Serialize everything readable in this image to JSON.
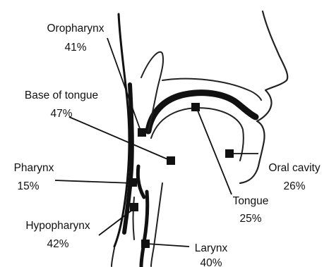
{
  "labels": {
    "oropharynx": {
      "name": "Oropharynx",
      "percent": "41%"
    },
    "base_of_tongue": {
      "name": "Base of tongue",
      "percent": "47%"
    },
    "pharynx": {
      "name": "Pharynx",
      "percent": "15%"
    },
    "hypopharynx": {
      "name": "Hypopharynx",
      "percent": "42%"
    },
    "oral_cavity": {
      "name": "Oral cavity",
      "percent": "26%"
    },
    "tongue": {
      "name": "Tongue",
      "percent": "25%"
    },
    "larynx": {
      "name": "Larynx",
      "percent": "40%"
    }
  }
}
